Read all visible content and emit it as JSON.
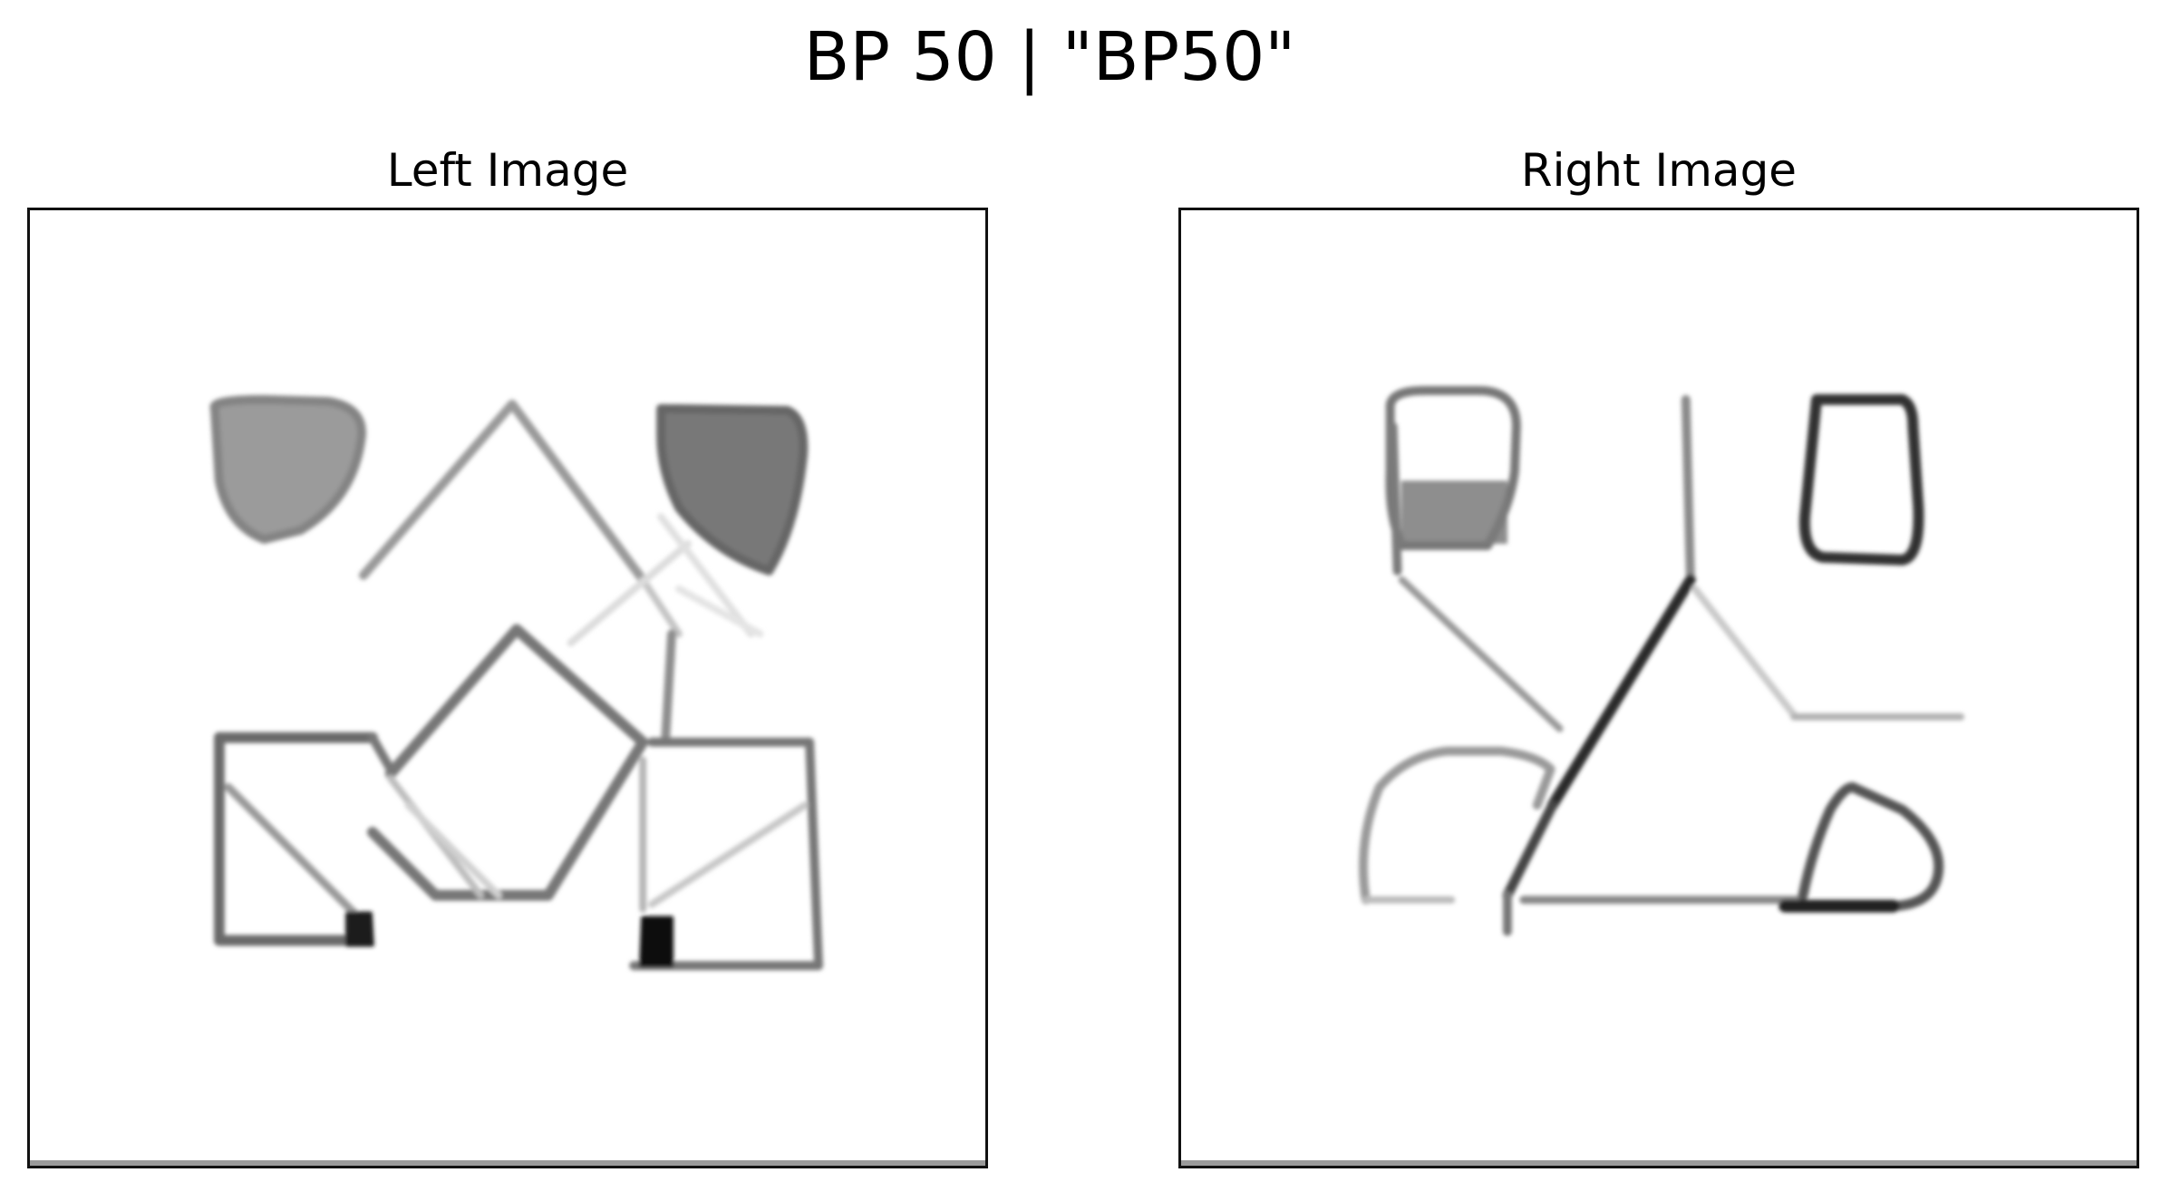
{
  "figure": {
    "title": "BP 50 | \"BP50\""
  },
  "panels": {
    "left": {
      "title": "Left Image"
    },
    "right": {
      "title": "Right Image"
    }
  },
  "colors": {
    "dark": "#1a1a1a",
    "mid": "#6b6b6b",
    "light": "#b0b0b0",
    "faint": "#dedede"
  }
}
